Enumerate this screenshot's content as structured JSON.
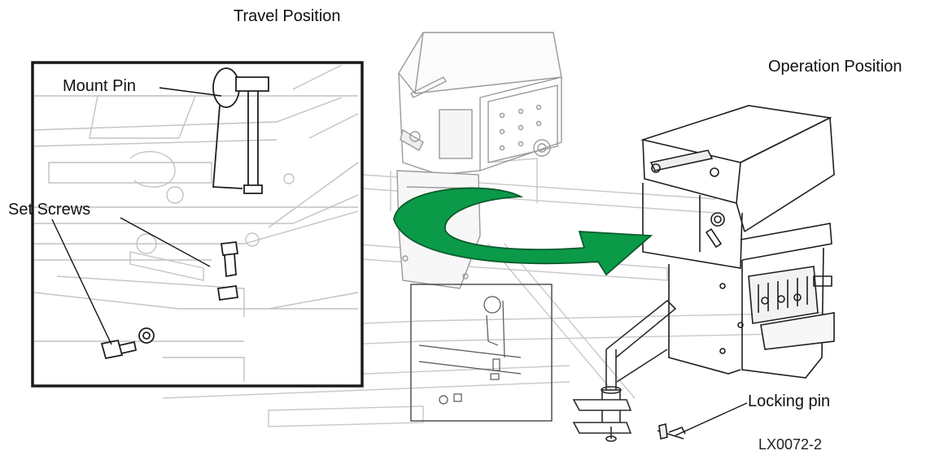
{
  "labels": {
    "travel_position": "Travel Position",
    "operation_position": "Operation Position",
    "mount_pin": "Mount Pin",
    "set_screws": "Set Screws",
    "locking_pin": "Locking pin",
    "figure_code": "LX0072-2"
  },
  "colors": {
    "arrow_fill": "#0a9a48",
    "arrow_stroke": "#0c5a2c",
    "line_dark": "#222222",
    "line_faint": "#c4c4c4",
    "inset_border": "#1a1a1a"
  }
}
